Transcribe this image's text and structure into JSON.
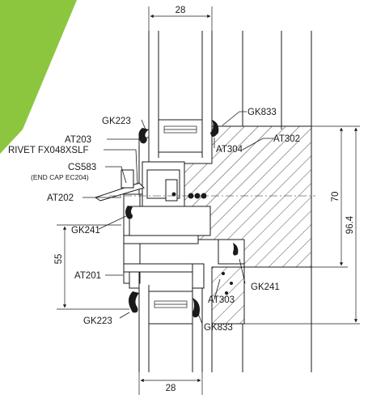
{
  "colors": {
    "corner_accent": "#8cc63f",
    "line": "#1a1a1a",
    "background": "#ffffff"
  },
  "labels": {
    "gk833_top": "GK833",
    "gk223_top": "GK223",
    "at203": "AT203",
    "at302": "AT302",
    "at304": "AT304",
    "rivet": "RIVET FX048XSLF",
    "cs583": "CS583",
    "end_cap": "(END CAP EC204)",
    "at202": "AT202",
    "gk241_left": "GK241",
    "at201": "AT201",
    "gk241_right": "GK241",
    "at303": "AT303",
    "gk223_bottom": "GK223",
    "gk833_bottom": "GK833"
  },
  "dimensions": {
    "top_width": "28",
    "bottom_width": "28",
    "left_height": "55",
    "right_inner": "70",
    "right_outer": "96.4"
  }
}
